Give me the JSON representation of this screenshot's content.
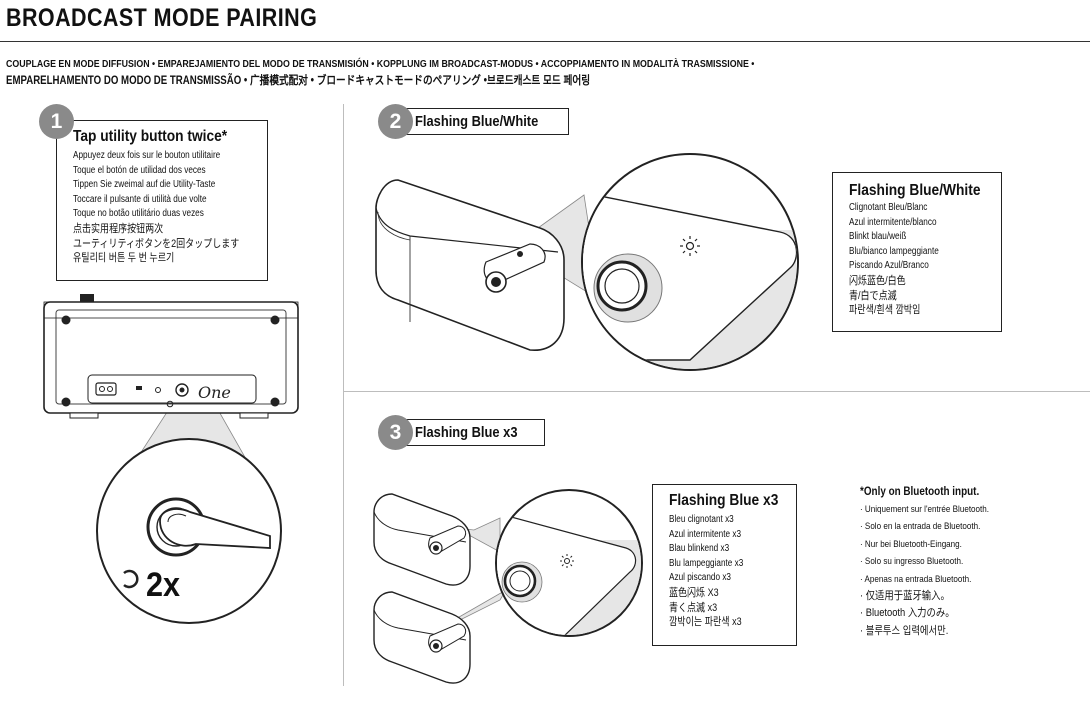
{
  "header": {
    "title": "BROADCAST MODE PAIRING",
    "subtitle_line1": "COUPLAGE EN MODE DIFFUSION  •  EMPAREJAMIENTO DEL MODO DE TRANSMISIÓN  •  KOPPLUNG IM BROADCAST-MODUS  •  ACCOPPIAMENTO IN MODALITÀ TRASMISSIONE  •",
    "subtitle_line2": "EMPARELHAMENTO DO MODO DE TRANSMISSÃO • 广播模式配对 • ブロードキャストモードのペアリング •브로드캐스트 모드 페어링"
  },
  "step1": {
    "number": "1",
    "title": "Tap utility button twice*",
    "lines": [
      "Appuyez deux fois sur le bouton utilitaire",
      "Toque el botón de utilidad dos veces",
      "Tippen Sie zweimal auf die Utility-Taste",
      "Toccare il pulsante di utilità due volte",
      "Toque no botão utilitário duas vezes",
      "点击实用程序按钮两次",
      "ユーティリティボタンを2回タップします",
      "유틸리티 버튼 두 번 누르기"
    ],
    "tap_count": "2x",
    "logo_text": "One"
  },
  "step2": {
    "number": "2",
    "tab_label": "Flashing Blue/White",
    "box_title": "Flashing Blue/White",
    "lines": [
      "Clignotant Bleu/Blanc",
      "Azul intermitente/blanco",
      "Blinkt blau/weiß",
      "Blu/bianco lampeggiante",
      "Piscando Azul/Branco",
      "闪烁蓝色/白色",
      "青/白で点滅",
      "파란색/흰색 깜박임"
    ]
  },
  "step3": {
    "number": "3",
    "tab_label": "Flashing Blue x3",
    "box_title": "Flashing Blue x3",
    "lines": [
      "Bleu clignotant x3",
      "Azul intermitente x3",
      "Blau blinkend x3",
      "Blu lampeggiante x3",
      "Azul piscando x3",
      "蓝色闪烁 X3",
      "青く点滅 x3",
      "깜박이는 파란색 x3"
    ]
  },
  "note": {
    "title": "*Only on Bluetooth input.",
    "items": [
      "·  Uniquement sur l'entrée Bluetooth.",
      "·  Solo en la entrada de Bluetooth.",
      "·  Nur bei Bluetooth-Eingang.",
      "·  Solo su ingresso Bluetooth.",
      "·  Apenas na entrada Bluetooth.",
      "· 仅适用于蓝牙输入。",
      "·  Bluetooth 入力のみ。",
      "·  블루투스 입력에서만."
    ]
  },
  "colors": {
    "badge": "#8a8a8a",
    "divider": "#bdbdbd",
    "callout": "#e6e6e6"
  },
  "icons": [
    "finger-tap-icon",
    "led-flash-icon"
  ]
}
